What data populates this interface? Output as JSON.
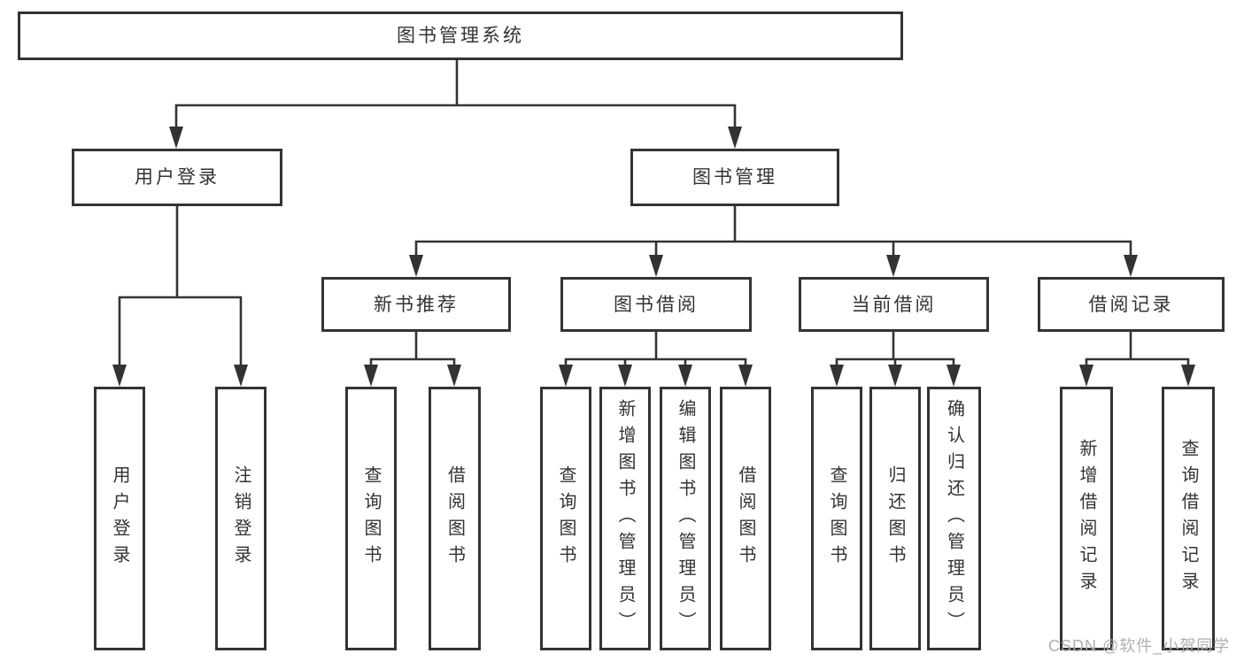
{
  "diagram": {
    "root": {
      "label": "图书管理系统"
    },
    "level2": [
      {
        "label": "用户登录"
      },
      {
        "label": "图书管理"
      }
    ],
    "level3": [
      {
        "label": "新书推荐"
      },
      {
        "label": "图书借阅"
      },
      {
        "label": "当前借阅"
      },
      {
        "label": "借阅记录"
      }
    ],
    "leaves": [
      {
        "label": "用户登录"
      },
      {
        "label": "注销登录"
      },
      {
        "label": "查询图书"
      },
      {
        "label": "借阅图书"
      },
      {
        "label": "查询图书"
      },
      {
        "label": "新增图书（管理员）"
      },
      {
        "label": "编辑图书（管理员）"
      },
      {
        "label": "借阅图书"
      },
      {
        "label": "查询图书"
      },
      {
        "label": "归还图书"
      },
      {
        "label": "确认归还（管理员）"
      },
      {
        "label": "新增借阅记录"
      },
      {
        "label": "查询借阅记录"
      }
    ]
  },
  "watermark": {
    "text": "CSDN @软件_小贺同学"
  },
  "colors": {
    "line": "#333333",
    "text": "#333333",
    "watermark": "#b0b0b0",
    "background": "#ffffff"
  }
}
